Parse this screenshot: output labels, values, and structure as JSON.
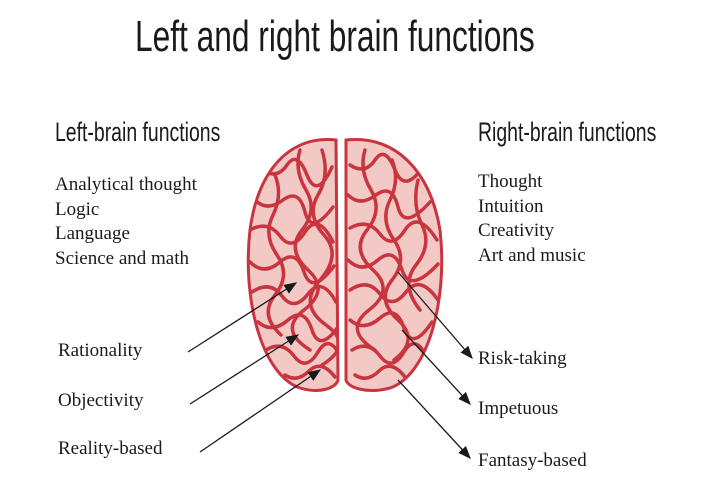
{
  "title": "Left and right brain functions",
  "left": {
    "heading": "Left-brain functions",
    "functions": [
      "Analytical thought",
      "Logic",
      "Language",
      "Science and math"
    ],
    "traits": [
      "Rationality",
      "Objectivity",
      "Reality-based"
    ]
  },
  "right": {
    "heading": "Right-brain functions",
    "functions": [
      "Thought",
      "Intuition",
      "Creativity",
      "Art and music"
    ],
    "traits": [
      "Risk-taking",
      "Impetuous",
      "Fantasy-based"
    ]
  },
  "colors": {
    "brain": "#c9353f",
    "brain_light": "#f3c9c6",
    "text": "#1a1a1a"
  }
}
